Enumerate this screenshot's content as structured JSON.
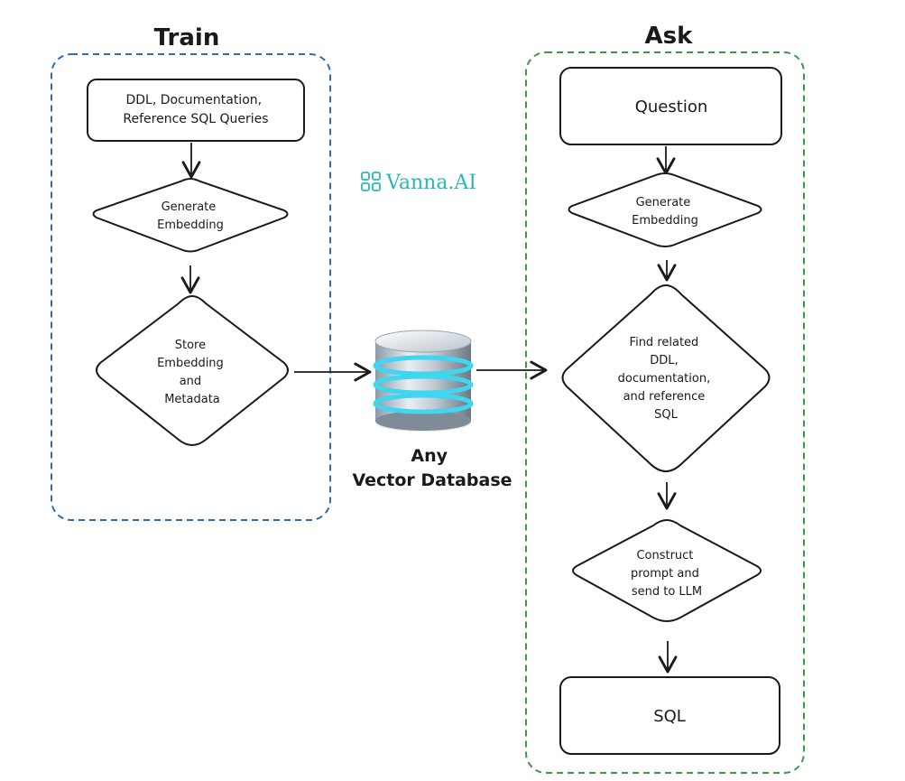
{
  "train": {
    "title": "Train",
    "color": "#2f6bb0",
    "source_box": [
      "DDL, Documentation,",
      "Reference SQL Queries"
    ],
    "embed_step": [
      "Generate",
      "Embedding"
    ],
    "store_step": [
      "Store",
      "Embedding",
      "and",
      "Metadata"
    ]
  },
  "brand": {
    "name": "Vanna.AI",
    "color": "#2bb8b3",
    "icon": "grid-logo-icon"
  },
  "database": {
    "label": [
      "Any",
      "Vector Database"
    ],
    "icon": "database-cylinder-icon",
    "ring_color": "#3fd6f0"
  },
  "ask": {
    "title": "Ask",
    "color": "#3b9a48",
    "question_box": "Question",
    "embed_step": [
      "Generate",
      "Embedding"
    ],
    "find_step": [
      "Find related",
      "DDL,",
      "documentation,",
      "and reference",
      "SQL"
    ],
    "construct_step": [
      "Construct",
      "prompt and",
      "send to LLM"
    ],
    "result_box": "SQL"
  }
}
